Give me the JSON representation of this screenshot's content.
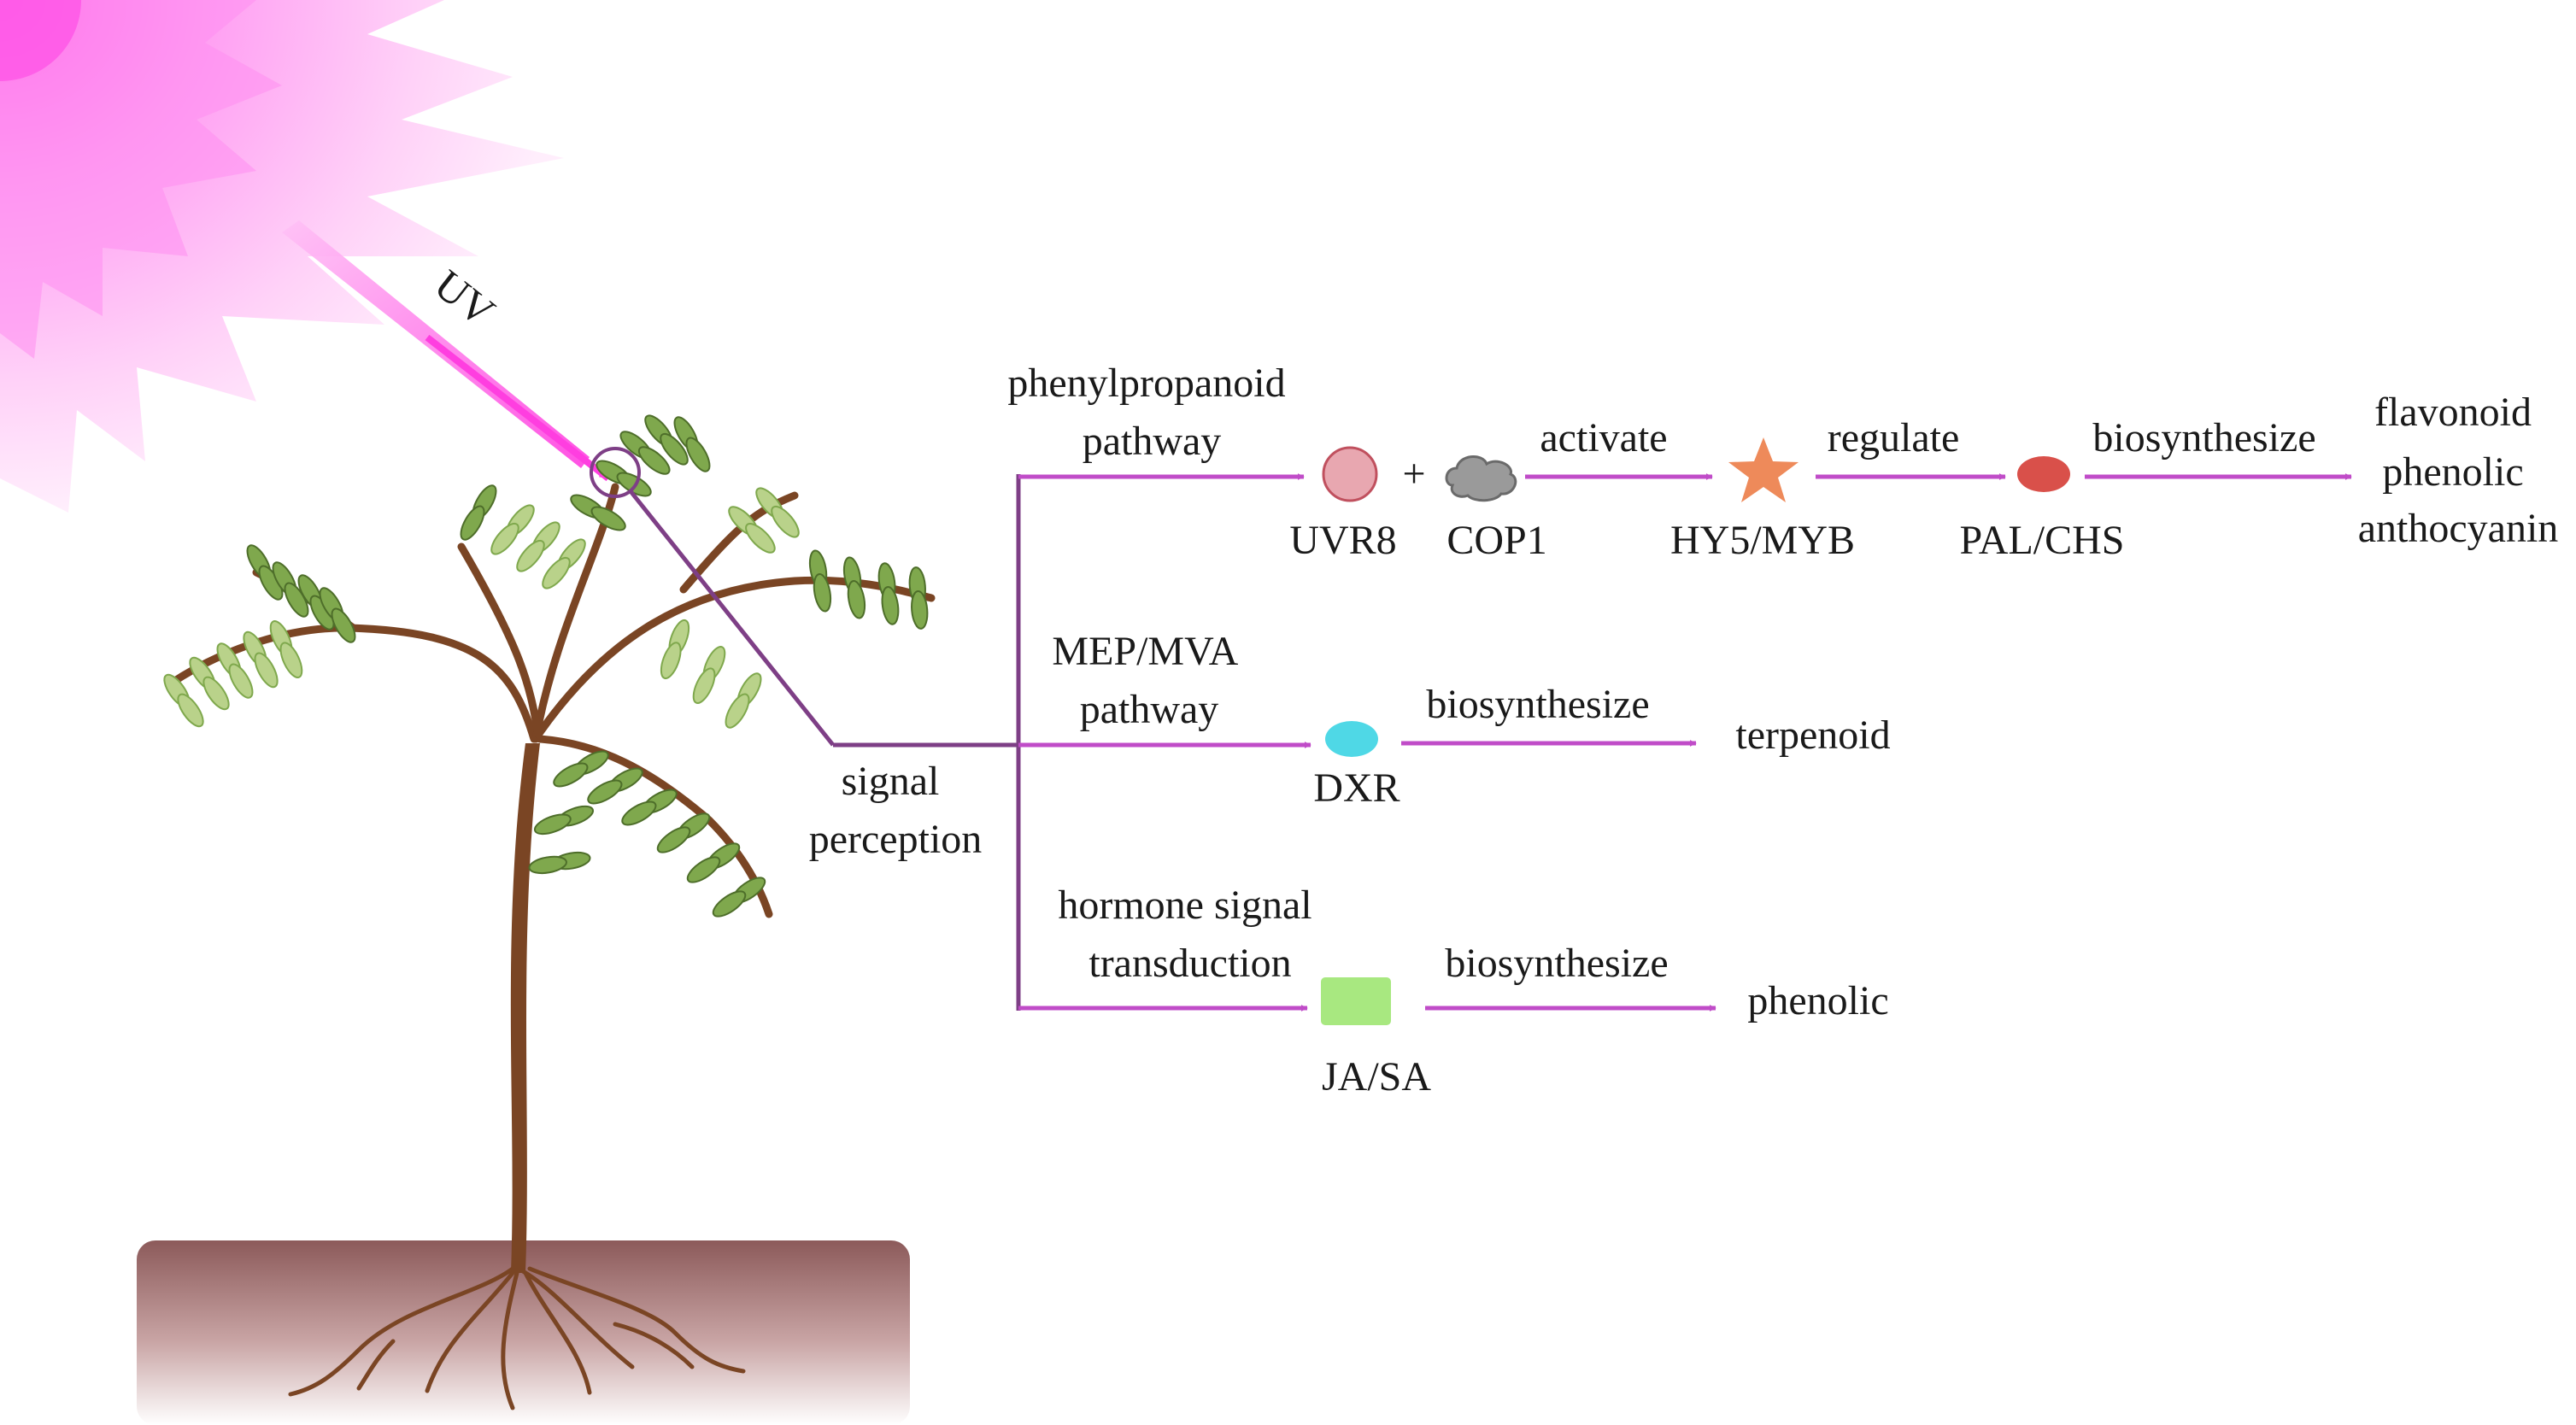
{
  "uv_label": "UV",
  "signal_label": [
    "signal",
    "perception"
  ],
  "pathways": {
    "phenylpropanoid": {
      "label": [
        "phenylpropanoid",
        "pathway"
      ],
      "plus": "+",
      "nodes": [
        "UVR8",
        "COP1",
        "HY5/MYB",
        "PAL/CHS"
      ],
      "verbs": [
        "activate",
        "regulate",
        "biosynthesize"
      ],
      "products": [
        "flavonoid",
        "phenolic",
        "anthocyanin"
      ]
    },
    "mep_mva": {
      "label": [
        "MEP/MVA",
        "pathway"
      ],
      "node": "DXR",
      "verb": "biosynthesize",
      "product": "terpenoid"
    },
    "hormone": {
      "label": [
        "hormone signal",
        "transduction"
      ],
      "node": "JA/SA",
      "verb": "biosynthesize",
      "product": "phenolic"
    }
  },
  "colors": {
    "arrow": "#c04cc8",
    "branch": "#7e3f86",
    "sun": "#ff66f0",
    "stem": "#7a4524",
    "leaf": "#7fa84d",
    "leaf_light": "#b9d28a",
    "soil_top": "#8c5a5a",
    "uvr8": "#e8a7b0",
    "cop1": "#9a9a9a",
    "hy5": "#ee8a5a",
    "pal": "#d9504a",
    "dxr": "#4fd8e6",
    "jasa": "#a8e880"
  }
}
